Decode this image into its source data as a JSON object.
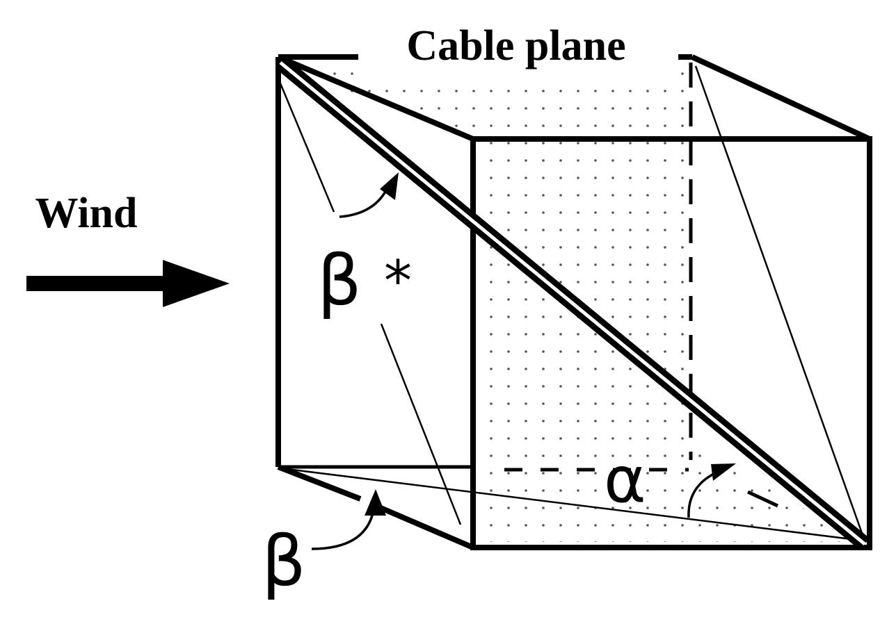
{
  "labels": {
    "cable_plane": "Cable plane",
    "wind": "Wind",
    "beta_star": "β",
    "star": "*",
    "alpha": "α",
    "beta": "β"
  },
  "colors": {
    "line": "#000000",
    "background": "#ffffff",
    "dots": "#555555"
  }
}
